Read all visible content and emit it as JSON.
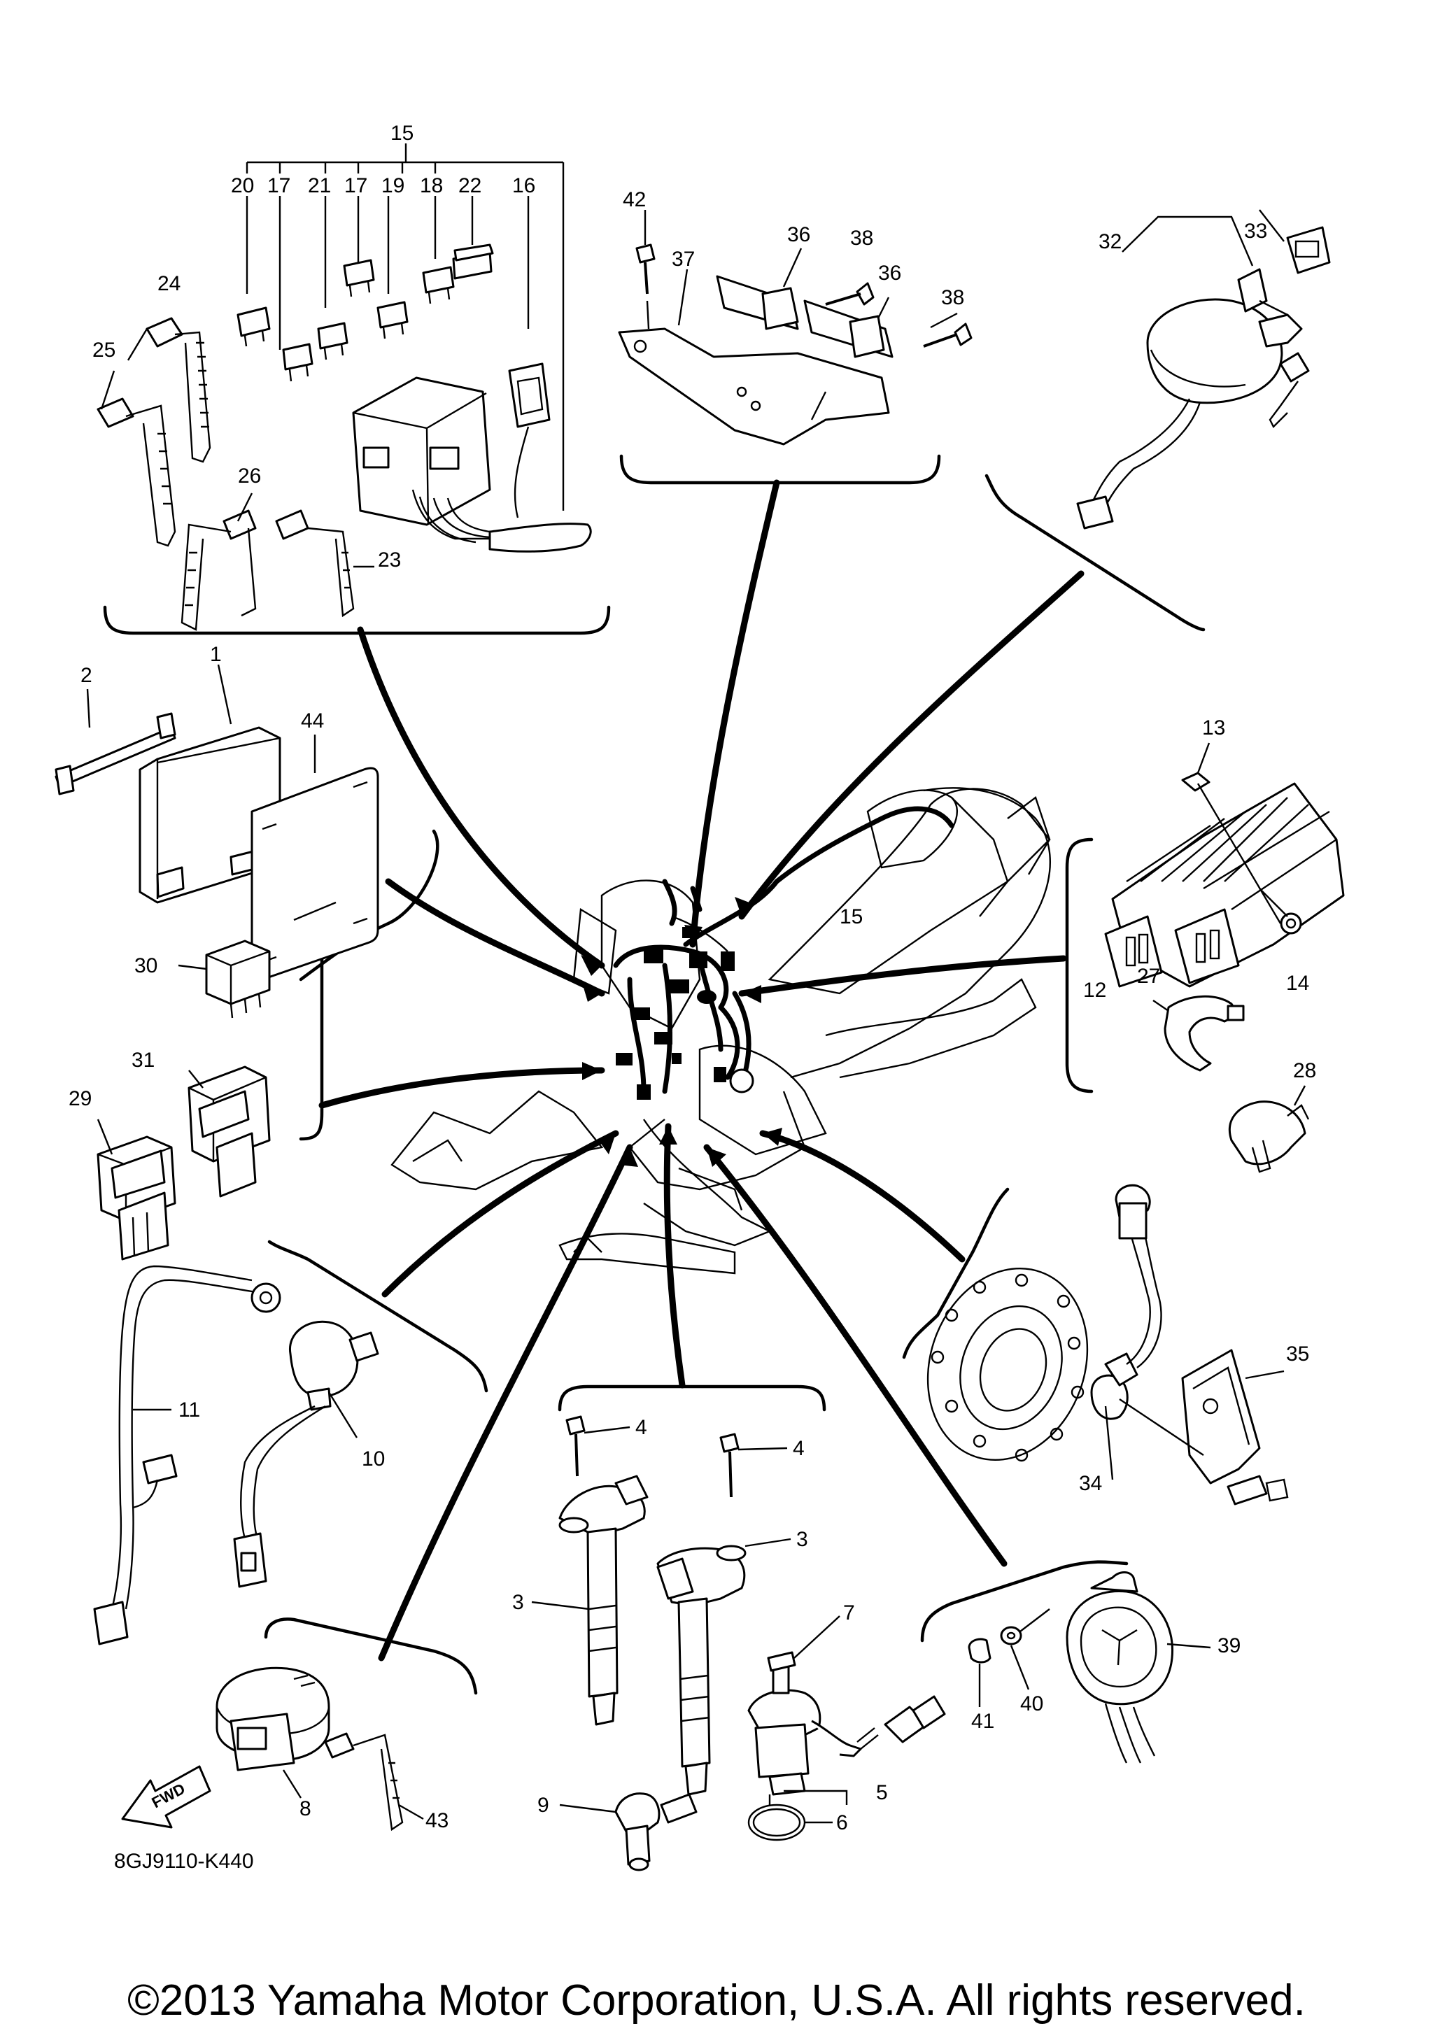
{
  "document": {
    "part_code": "8GJ9110-K440",
    "copyright": "©2013 Yamaha Motor Corporation, U.S.A. All rights reserved.",
    "fwd_label": "FWD"
  },
  "callouts": [
    {
      "id": "c15a",
      "text": "15"
    },
    {
      "id": "c20",
      "text": "20"
    },
    {
      "id": "c17a",
      "text": "17"
    },
    {
      "id": "c21",
      "text": "21"
    },
    {
      "id": "c17b",
      "text": "17"
    },
    {
      "id": "c19",
      "text": "19"
    },
    {
      "id": "c18",
      "text": "18"
    },
    {
      "id": "c22",
      "text": "22"
    },
    {
      "id": "c16",
      "text": "16"
    },
    {
      "id": "c24",
      "text": "24"
    },
    {
      "id": "c25",
      "text": "25"
    },
    {
      "id": "c26",
      "text": "26"
    },
    {
      "id": "c23",
      "text": "23"
    },
    {
      "id": "c42",
      "text": "42"
    },
    {
      "id": "c37",
      "text": "37"
    },
    {
      "id": "c36a",
      "text": "36"
    },
    {
      "id": "c38a",
      "text": "38"
    },
    {
      "id": "c36b",
      "text": "36"
    },
    {
      "id": "c38b",
      "text": "38"
    },
    {
      "id": "c32",
      "text": "32"
    },
    {
      "id": "c33",
      "text": "33"
    },
    {
      "id": "c2",
      "text": "2"
    },
    {
      "id": "c1",
      "text": "1"
    },
    {
      "id": "c44",
      "text": "44"
    },
    {
      "id": "c13",
      "text": "13"
    },
    {
      "id": "c15b",
      "text": "15"
    },
    {
      "id": "c12",
      "text": "12"
    },
    {
      "id": "c27",
      "text": "27"
    },
    {
      "id": "c14",
      "text": "14"
    },
    {
      "id": "c28",
      "text": "28"
    },
    {
      "id": "c30",
      "text": "30"
    },
    {
      "id": "c31",
      "text": "31"
    },
    {
      "id": "c29",
      "text": "29"
    },
    {
      "id": "c35",
      "text": "35"
    },
    {
      "id": "c34",
      "text": "34"
    },
    {
      "id": "c11",
      "text": "11"
    },
    {
      "id": "c10",
      "text": "10"
    },
    {
      "id": "c4a",
      "text": "4"
    },
    {
      "id": "c4b",
      "text": "4"
    },
    {
      "id": "c3a",
      "text": "3"
    },
    {
      "id": "c3b",
      "text": "3"
    },
    {
      "id": "c7",
      "text": "7"
    },
    {
      "id": "c39",
      "text": "39"
    },
    {
      "id": "c40",
      "text": "40"
    },
    {
      "id": "c41",
      "text": "41"
    },
    {
      "id": "c5",
      "text": "5"
    },
    {
      "id": "c6",
      "text": "6"
    },
    {
      "id": "c9",
      "text": "9"
    },
    {
      "id": "c8",
      "text": "8"
    },
    {
      "id": "c43",
      "text": "43"
    }
  ]
}
